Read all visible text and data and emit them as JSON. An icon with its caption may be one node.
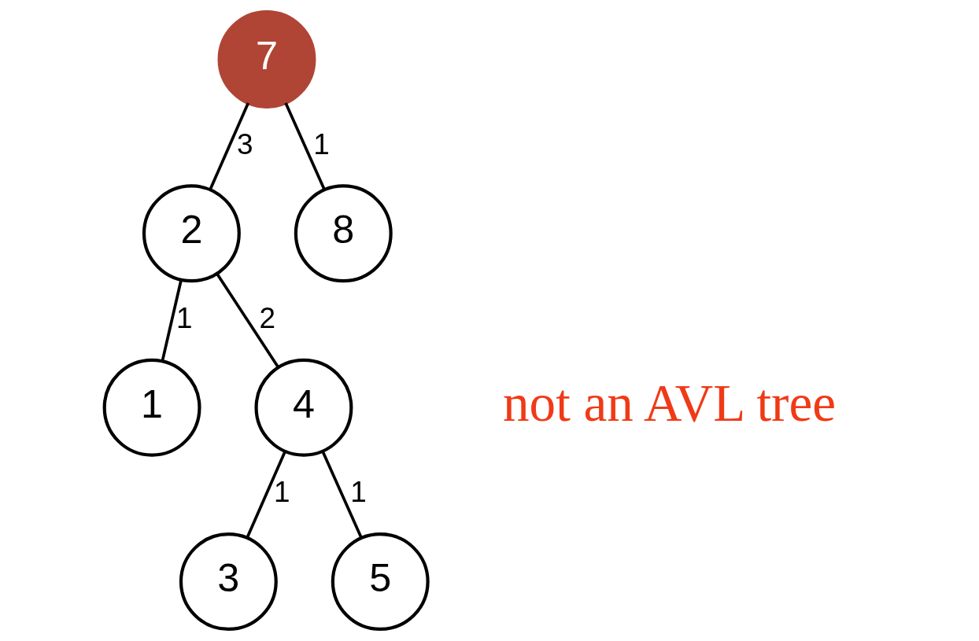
{
  "diagram": {
    "nodes": [
      {
        "text": [
          "7"
        ]
      },
      {
        "text": [
          "2"
        ]
      },
      {
        "text": [
          "8"
        ]
      },
      {
        "text": [
          "1"
        ]
      },
      {
        "text": [
          "4"
        ]
      },
      {
        "text": [
          "3"
        ]
      },
      {
        "text": [
          "5"
        ]
      }
    ],
    "edges": [
      {
        "from": 0,
        "to": 1,
        "arrow": "none",
        "label": "3"
      },
      {
        "from": 0,
        "to": 2,
        "arrow": "none",
        "label": "1"
      },
      {
        "from": 1,
        "to": 3,
        "arrow": "none",
        "label": "1"
      },
      {
        "from": 1,
        "to": 4,
        "arrow": "none",
        "label": "2"
      },
      {
        "from": 4,
        "to": 5,
        "arrow": "none",
        "label": "1"
      },
      {
        "from": 4,
        "to": 6,
        "arrow": "none",
        "label": "1"
      }
    ],
    "labels": [
      "not an AVL tree"
    ]
  }
}
